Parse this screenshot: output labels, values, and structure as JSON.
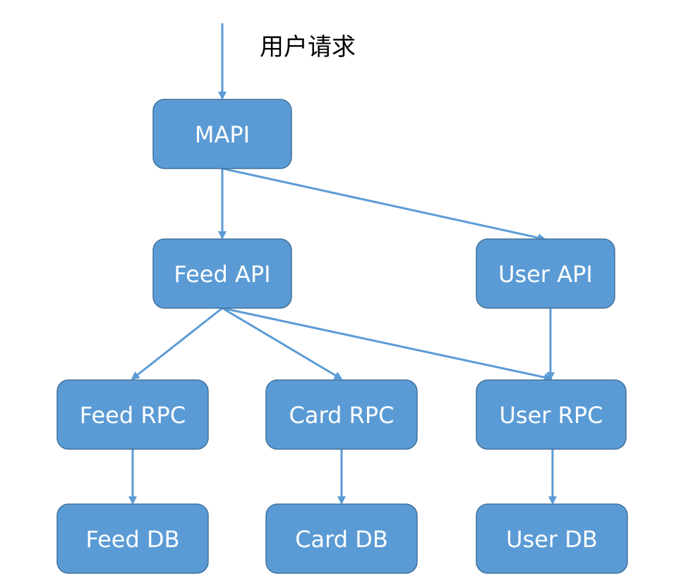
{
  "request_label": "用户请求",
  "colors": {
    "node_fill": "#5b9bd5",
    "node_stroke": "#41719c",
    "edge": "#5b9bd5",
    "node_text": "#ffffff"
  },
  "nodes": [
    {
      "id": "mapi",
      "label": "MAPI"
    },
    {
      "id": "feed-api",
      "label": "Feed API"
    },
    {
      "id": "user-api",
      "label": "User API"
    },
    {
      "id": "feed-rpc",
      "label": "Feed RPC"
    },
    {
      "id": "card-rpc",
      "label": "Card RPC"
    },
    {
      "id": "user-rpc",
      "label": "User RPC"
    },
    {
      "id": "feed-db",
      "label": "Feed DB"
    },
    {
      "id": "card-db",
      "label": "Card DB"
    },
    {
      "id": "user-db",
      "label": "User DB"
    }
  ],
  "edges": [
    {
      "from": "request",
      "to": "mapi"
    },
    {
      "from": "mapi",
      "to": "feed-api"
    },
    {
      "from": "mapi",
      "to": "user-api"
    },
    {
      "from": "feed-api",
      "to": "feed-rpc"
    },
    {
      "from": "feed-api",
      "to": "card-rpc"
    },
    {
      "from": "feed-api",
      "to": "user-rpc"
    },
    {
      "from": "user-api",
      "to": "user-rpc"
    },
    {
      "from": "feed-rpc",
      "to": "feed-db"
    },
    {
      "from": "card-rpc",
      "to": "card-db"
    },
    {
      "from": "user-rpc",
      "to": "user-db"
    }
  ]
}
